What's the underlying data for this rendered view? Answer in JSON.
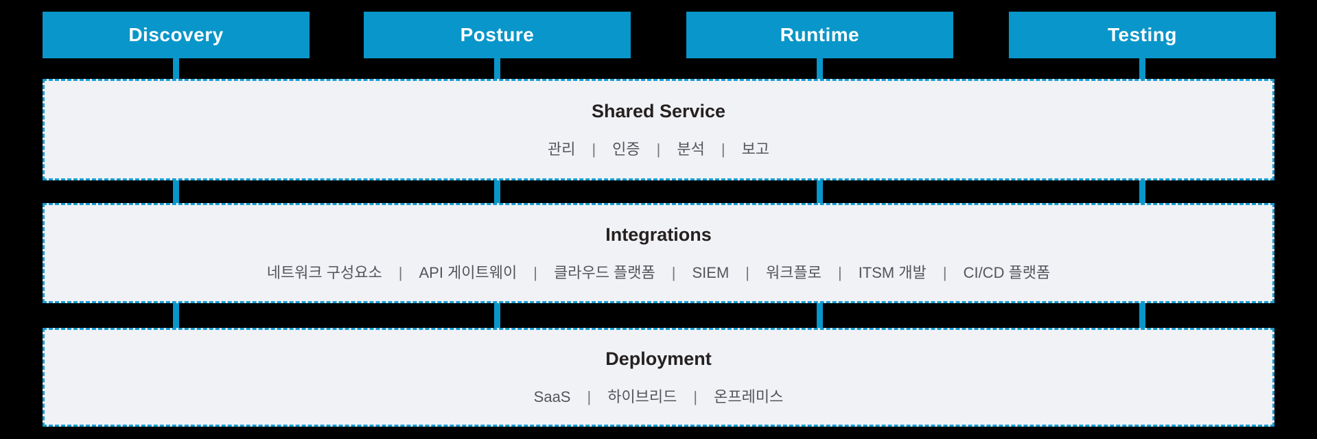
{
  "diagram": {
    "tabs": [
      {
        "label": "Discovery"
      },
      {
        "label": "Posture"
      },
      {
        "label": "Runtime"
      },
      {
        "label": "Testing"
      }
    ],
    "panels": [
      {
        "title": "Shared Service",
        "items": [
          "관리",
          "인증",
          "분석",
          "보고"
        ]
      },
      {
        "title": "Integrations",
        "items": [
          "네트워크 구성요소",
          "API 게이트웨이",
          "클라우드 플랫폼",
          "SIEM",
          "워크플로",
          "ITSM 개발",
          "CI/CD 플랫폼"
        ]
      },
      {
        "title": "Deployment",
        "items": [
          "SaaS",
          "하이브리드",
          "온프레미스"
        ]
      }
    ],
    "separator": "|"
  },
  "colors": {
    "accent": "#0996CA",
    "dashed_border": "#149CD3",
    "panel_background": "#F0F2F6",
    "title_text": "#262120",
    "item_text": "#54555B",
    "separator_text": "#76777C",
    "tab_text": "#FFFFFF",
    "page_background": "#000000"
  }
}
